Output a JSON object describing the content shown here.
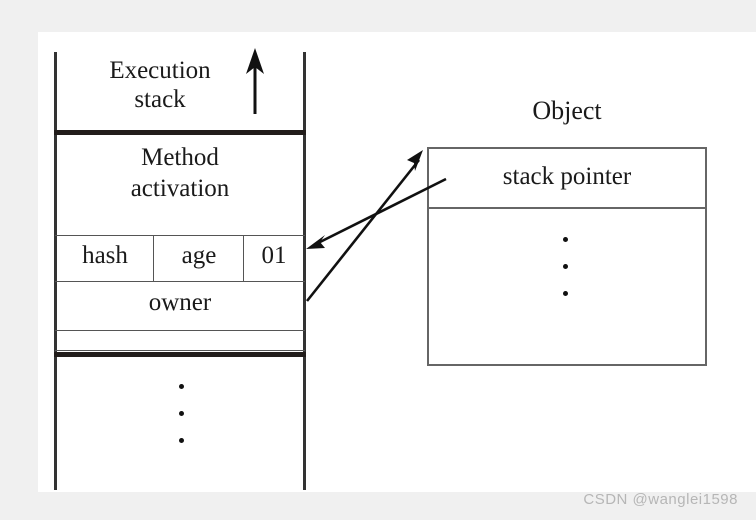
{
  "figure": {
    "background_color": "#f0f0f0",
    "panel_color": "#ffffff",
    "line_color": "#333333",
    "watermark": "CSDN @wanglei1598"
  },
  "stack": {
    "title_line1": "Execution",
    "title_line2": "stack",
    "growth_arrow_icon": "up-arrow-icon",
    "frame_line1": "Method",
    "frame_line2": "activation",
    "header_fields": [
      {
        "label": "hash"
      },
      {
        "label": "age"
      },
      {
        "label": "01"
      }
    ],
    "owner_label": "owner",
    "ellipsis_dots": 3
  },
  "object": {
    "title": "Object",
    "row_label": "stack pointer",
    "ellipsis_dots": 3
  },
  "arrows": [
    {
      "name": "owner-to-object-arrow",
      "from": "owner row (stack)",
      "to": "Object box top-left"
    },
    {
      "name": "stack-pointer-to-header-arrow",
      "from": "stack pointer row (Object)",
      "to": "hash/age/01 header row (stack)"
    }
  ]
}
